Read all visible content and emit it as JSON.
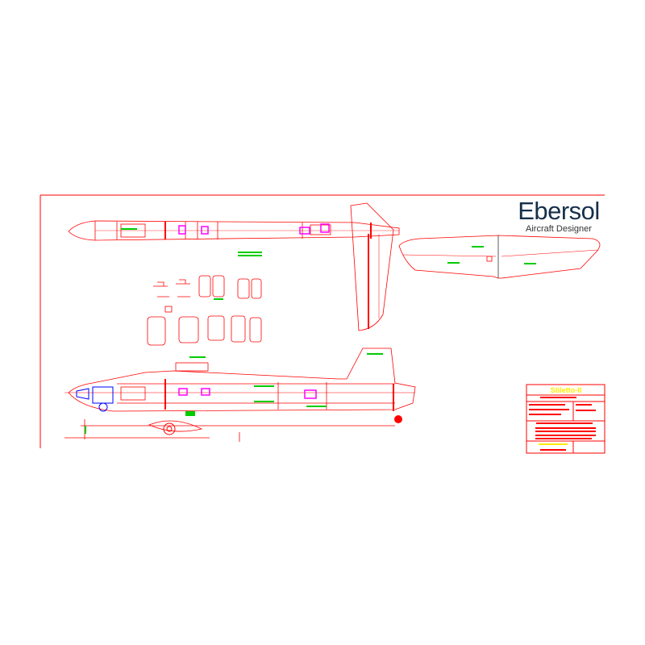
{
  "logo": {
    "name": "Ebersol",
    "subtitle": "Aircraft Designer"
  },
  "title_block": {
    "model_name": "Stiletto-II"
  },
  "colors": {
    "outline": "#ff0000",
    "dimension": "#00cc00",
    "servo": "#ff00ff",
    "engine": "#0000ff",
    "logo": "#17304a",
    "title": "#ffea00"
  }
}
